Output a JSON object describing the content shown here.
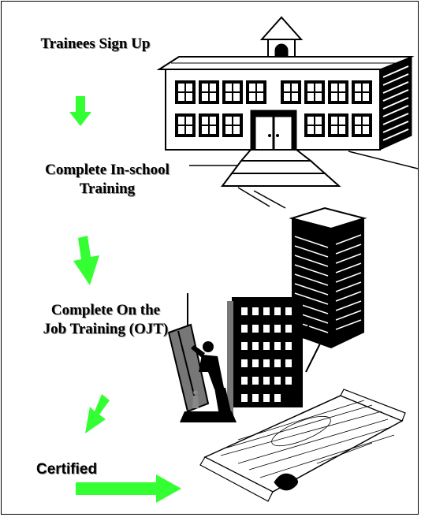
{
  "steps": [
    {
      "lines": [
        "Trainees Sign Up"
      ]
    },
    {
      "lines": [
        "Complete In-school",
        "Training"
      ]
    },
    {
      "lines": [
        "Complete On the",
        "Job Training (OJT)"
      ]
    },
    {
      "lines": [
        "Certified"
      ]
    }
  ],
  "icons": {
    "step1": "school-building-icon",
    "step2": "office-tower-icon",
    "step3": "construction-worker-icon",
    "step4": "certificate-icon"
  },
  "colors": {
    "arrow": "#33ff33",
    "ink": "#000000",
    "background": "#ffffff"
  }
}
